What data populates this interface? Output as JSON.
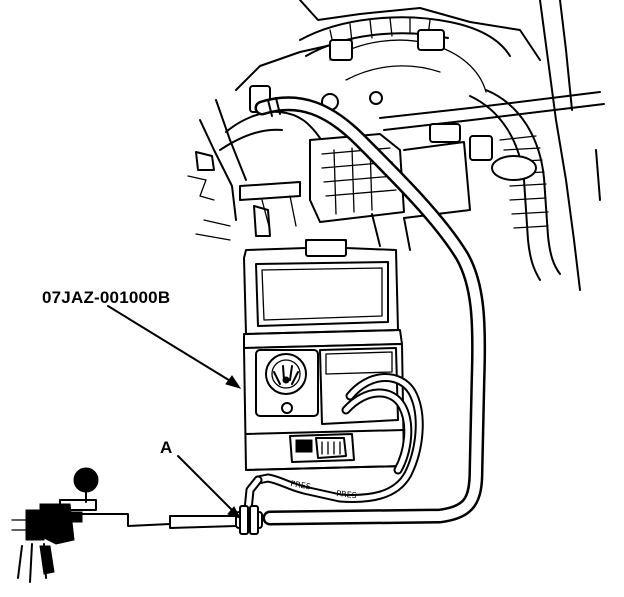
{
  "diagram": {
    "part_number_label": "07JAZ-001000B",
    "callout_a_label": "A",
    "hose_tag_left": "PRES",
    "hose_tag_right": "PRES"
  }
}
